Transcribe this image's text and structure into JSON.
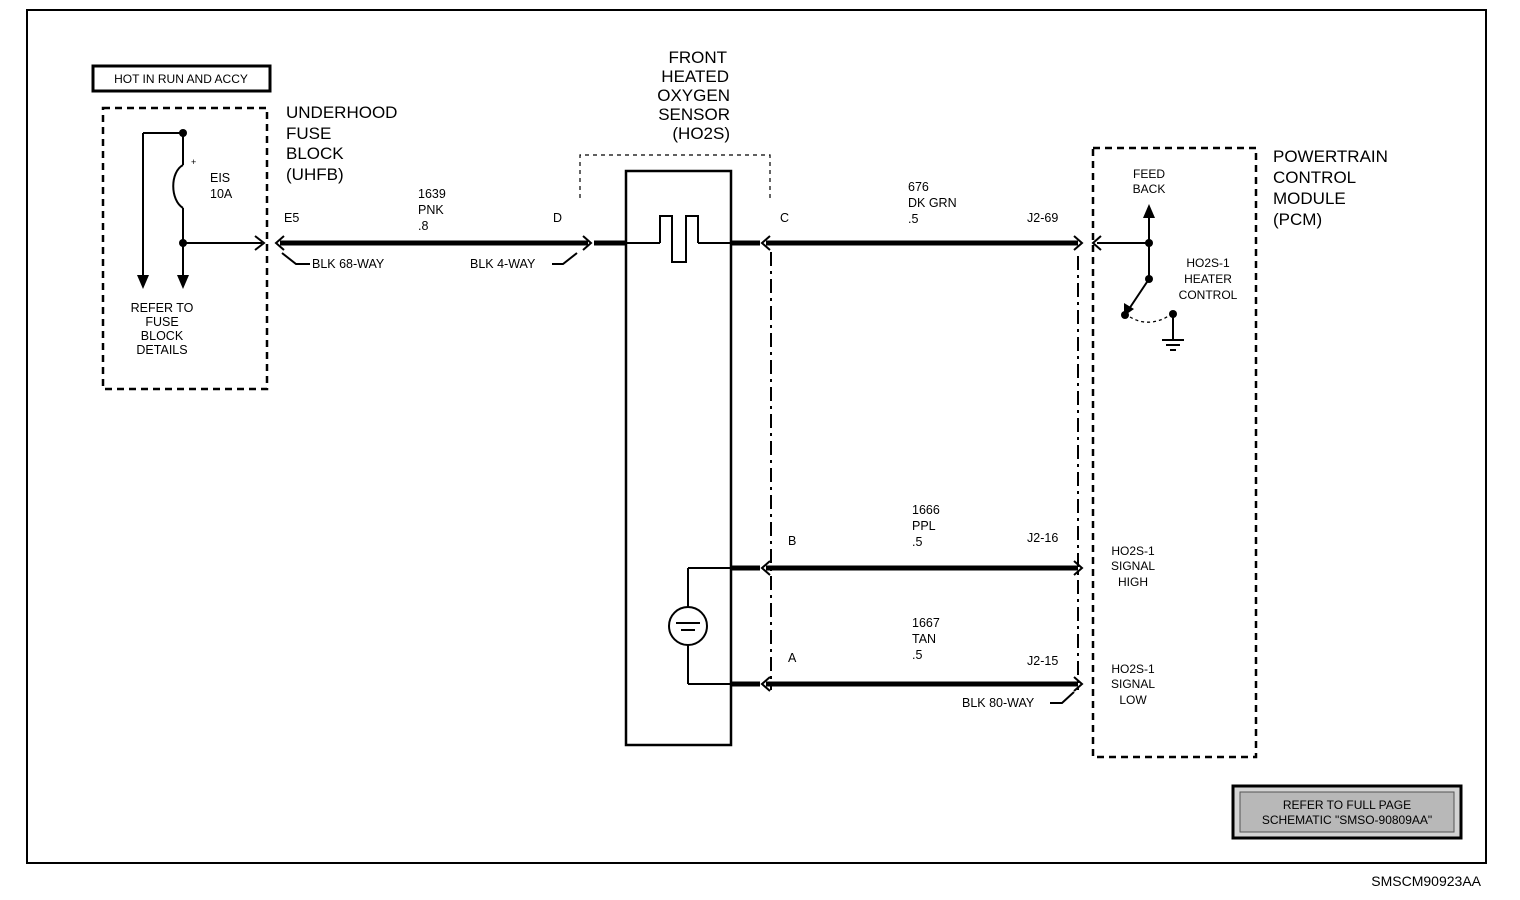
{
  "diagram": {
    "hot_label": "HOT IN RUN AND ACCY",
    "uhfb": {
      "line1": "UNDERHOOD",
      "line2": "FUSE",
      "line3": "BLOCK",
      "line4": "(UHFB)"
    },
    "fuse": {
      "name": "EIS",
      "rating": "10A"
    },
    "refer_fuse": {
      "line1": "REFER TO",
      "line2": "FUSE",
      "line3": "BLOCK",
      "line4": "DETAILS"
    },
    "sensor": {
      "line1": "FRONT",
      "line2": "HEATED",
      "line3": "OXYGEN",
      "line4": "SENSOR",
      "line5": "(HO2S)"
    },
    "pcm": {
      "line1": "POWERTRAIN",
      "line2": "CONTROL",
      "line3": "MODULE",
      "line4": "(PCM)"
    },
    "pins": {
      "e5": "E5",
      "d": "D",
      "c": "C",
      "b": "B",
      "a": "A",
      "j2_69": "J2-69",
      "j2_16": "J2-16",
      "j2_15": "J2-15"
    },
    "connectors": {
      "blk68": "BLK 68-WAY",
      "blk4": "BLK 4-WAY",
      "blk80": "BLK 80-WAY"
    },
    "wires": {
      "w1639": {
        "circuit": "1639",
        "color": "PNK",
        "size": ".8"
      },
      "w676": {
        "circuit": "676",
        "color": "DK GRN",
        "size": ".5"
      },
      "w1666": {
        "circuit": "1666",
        "color": "PPL",
        "size": ".5"
      },
      "w1667": {
        "circuit": "1667",
        "color": "TAN",
        "size": ".5"
      }
    },
    "feedback": {
      "line1": "FEED",
      "line2": "BACK"
    },
    "heater_control": {
      "line1": "HO2S-1",
      "line2": "HEATER",
      "line3": "CONTROL"
    },
    "signal_high": {
      "line1": "HO2S-1",
      "line2": "SIGNAL",
      "line3": "HIGH"
    },
    "signal_low": {
      "line1": "HO2S-1",
      "line2": "SIGNAL",
      "line3": "LOW"
    },
    "refer_full": {
      "line1": "REFER TO FULL PAGE",
      "line2": "SCHEMATIC \"SMSO-90809AA\""
    },
    "drawing_id": "SMSCM90923AA"
  }
}
